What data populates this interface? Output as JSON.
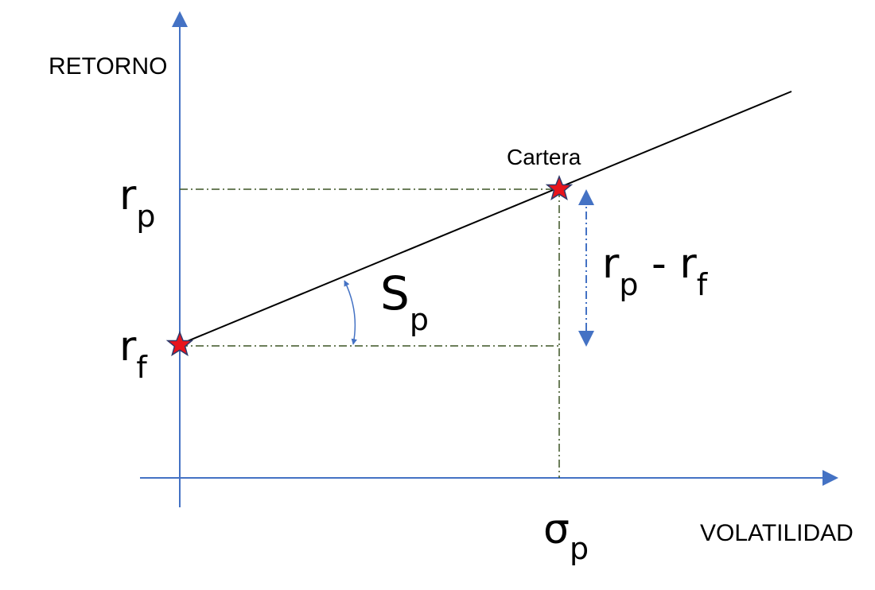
{
  "axes": {
    "y_title": "RETORNO",
    "x_title": "VOLATILIDAD"
  },
  "labels": {
    "rp": {
      "main": "r",
      "sub": "p"
    },
    "rf": {
      "main": "r",
      "sub": "f"
    },
    "sigma_p": {
      "main": "σ",
      "sub": "p"
    },
    "sharpe": {
      "main": "S",
      "sub": "p"
    },
    "excess": {
      "main1": "r",
      "sub1": "p",
      "sep": " - ",
      "main2": "r",
      "sub2": "f"
    },
    "portfolio": "Cartera"
  },
  "colors": {
    "axis": "#4472C4",
    "line": "#000000",
    "guide": "#3B5323",
    "star_fill": "#E8141C",
    "star_stroke": "#2F3A6B",
    "arrow": "#4472C4"
  },
  "icons": [
    "star-icon"
  ]
}
